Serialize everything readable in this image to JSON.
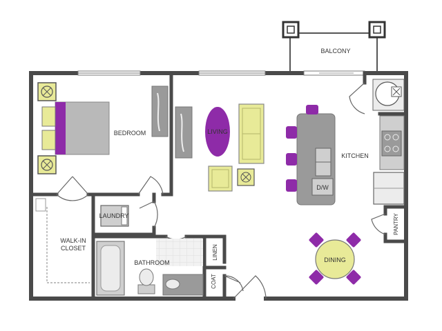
{
  "rooms": {
    "balcony": "BALCONY",
    "bedroom": "BEDROOM",
    "living": "LIVING",
    "kitchen": "KITCHEN",
    "dw": "D/W",
    "laundry": "LAUNDRY",
    "walkin_line1": "WALK-IN",
    "walkin_line2": "CLOSET",
    "bathroom": "BATHROOM",
    "linen": "LINEN",
    "coat": "COAT",
    "pantry": "PANTRY",
    "dining": "DINING"
  },
  "colors": {
    "wall": "#4a4a4a",
    "furniture_gray": "#9a9a9a",
    "furniture_light": "#cfcfcf",
    "accent_purple": "#8e2ba8",
    "accent_yellow": "#e8ea98",
    "tile_gray": "#d9d9d9"
  }
}
